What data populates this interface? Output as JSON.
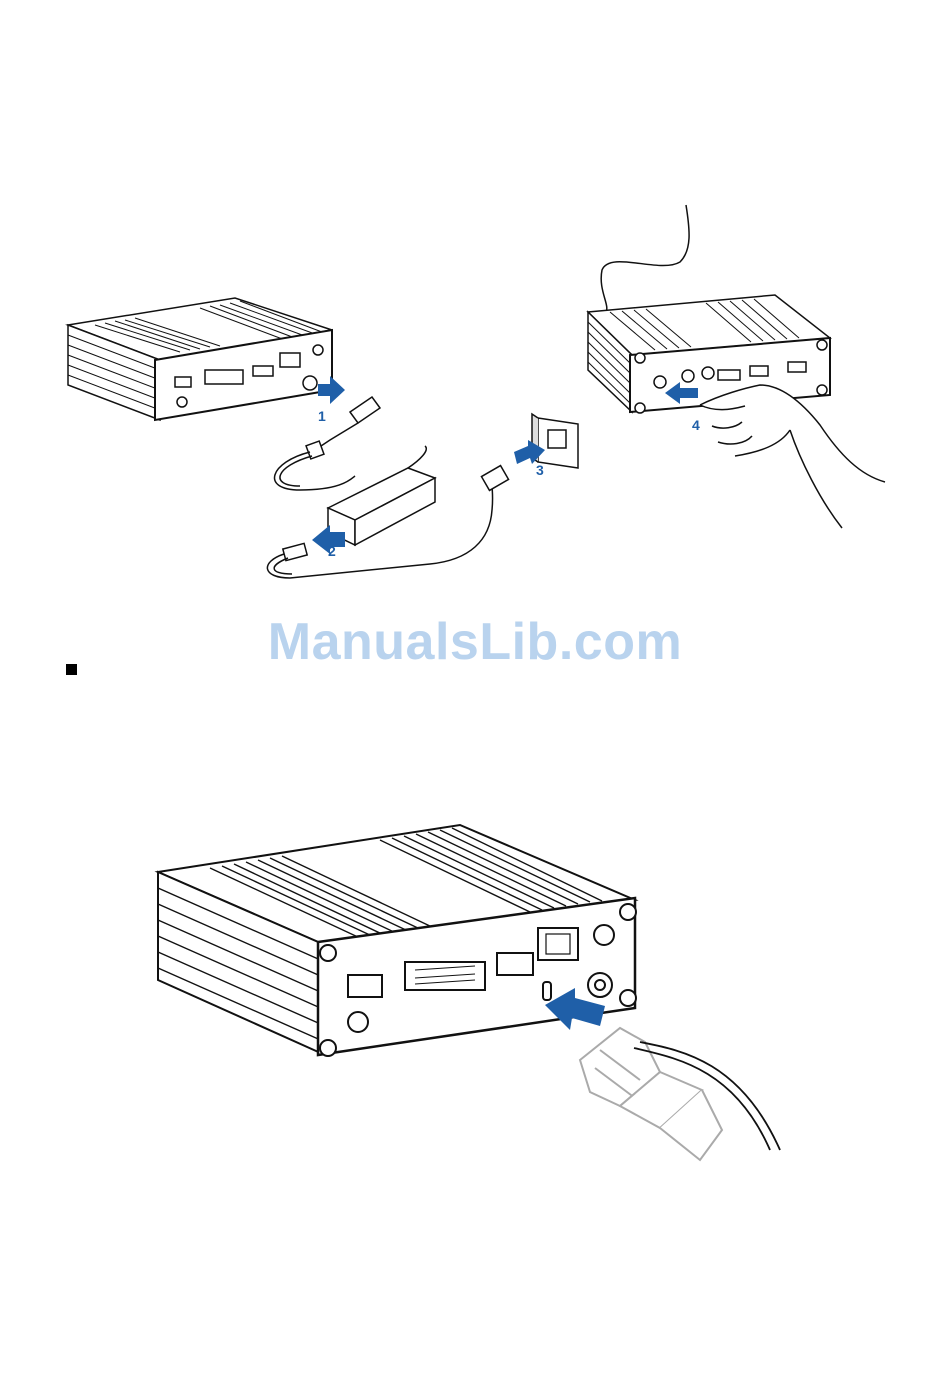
{
  "steps": [
    "1",
    "2",
    "3",
    "4"
  ],
  "watermark": "ManualsLib.com",
  "icons": {
    "mini-pc": "mini-pc-icon",
    "power-adapter": "power-adapter-icon",
    "wall-outlet": "wall-outlet-icon",
    "hand": "hand-icon",
    "arrow": "arrow-icon",
    "lock": "kensington-lock-icon",
    "bullet": "square-bullet-icon"
  },
  "colors": {
    "arrow": "#1f5fa8",
    "watermark": "#b9d3ee",
    "line": "#111111"
  }
}
